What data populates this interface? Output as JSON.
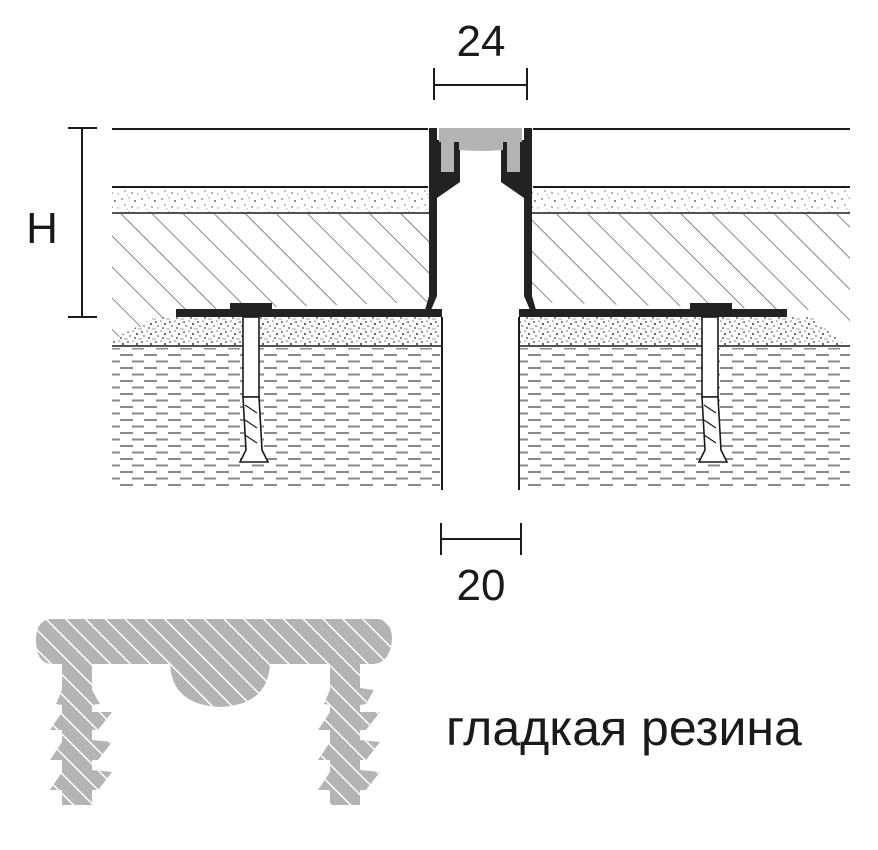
{
  "dimensions": {
    "top_width": "24",
    "bottom_width": "20",
    "height": "H"
  },
  "caption": "гладкая резина",
  "colors": {
    "line": "#1a1a1a",
    "rubber_fill": "#b4b4b4",
    "hatch": "#555555",
    "speckle": "#7a7a7a",
    "dash": "#8a8a8a"
  },
  "icons": [
    "anchor-bolt-icon",
    "rubber-insert-profile-icon"
  ]
}
